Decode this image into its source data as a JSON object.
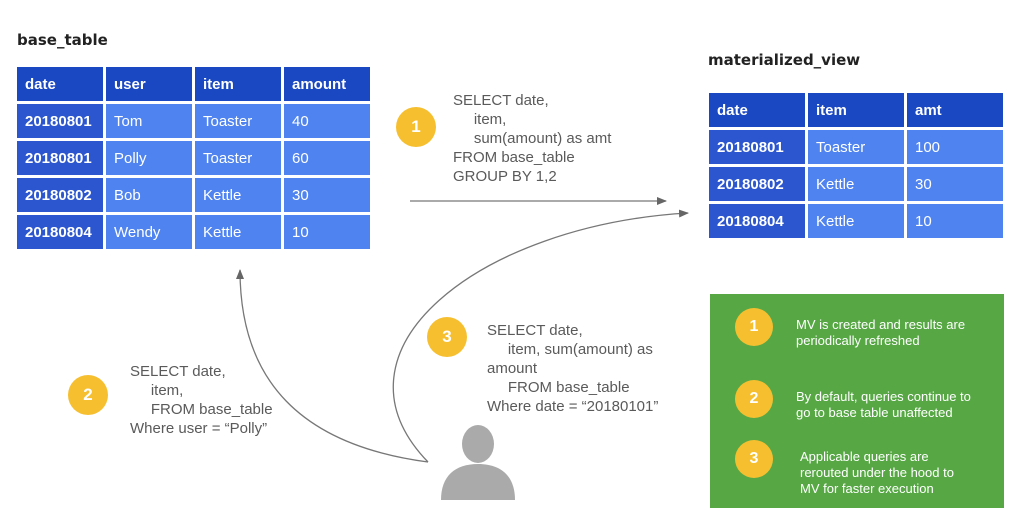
{
  "base_table": {
    "title": "base_table",
    "headers": [
      "date",
      "user",
      "item",
      "amount"
    ],
    "rows": [
      [
        "20180801",
        "Tom",
        "Toaster",
        "40"
      ],
      [
        "20180801",
        "Polly",
        "Toaster",
        "60"
      ],
      [
        "20180802",
        "Bob",
        "Kettle",
        "30"
      ],
      [
        "20180804",
        "Wendy",
        "Kettle",
        "10"
      ]
    ]
  },
  "materialized_view": {
    "title": "materialized_view",
    "headers": [
      "date",
      "item",
      "amt"
    ],
    "rows": [
      [
        "20180801",
        "Toaster",
        "100"
      ],
      [
        "20180802",
        "Kettle",
        "30"
      ],
      [
        "20180804",
        "Kettle",
        "10"
      ]
    ]
  },
  "queries": {
    "q1": {
      "badge": "1",
      "lines": [
        "SELECT date,",
        "     item,",
        "     sum(amount) as amt",
        "FROM base_table",
        "GROUP BY 1,2"
      ]
    },
    "q2": {
      "badge": "2",
      "lines": [
        "SELECT date,",
        "     item,",
        "     FROM base_table",
        "Where user = “Polly”"
      ]
    },
    "q3": {
      "badge": "3",
      "lines": [
        "SELECT date,",
        "     item, sum(amount) as",
        "amount",
        "     FROM base_table",
        "Where date = “20180101”"
      ]
    }
  },
  "notes": [
    {
      "badge": "1",
      "text": [
        "MV is created and results are",
        "periodically refreshed"
      ]
    },
    {
      "badge": "2",
      "text": [
        "By default, queries continue to",
        "go to base table unaffected"
      ]
    },
    {
      "badge": "3",
      "text": [
        "Applicable queries are",
        "rerouted under the hood to",
        "MV for faster execution"
      ]
    }
  ],
  "colors": {
    "header": "#1a47c2",
    "key_cell": "#2b56cf",
    "value_cell": "#4f83ef",
    "badge": "#f6bf30",
    "panel": "#57a845",
    "user_icon": "#aaaaaa"
  },
  "icons": {
    "user": "user-silhouette-icon"
  }
}
